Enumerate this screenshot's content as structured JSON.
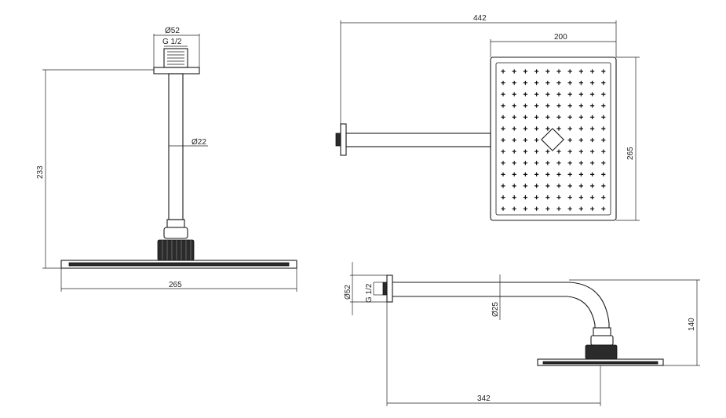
{
  "front_view": {
    "dia_inlet": "Ø52",
    "thread": "G 1/2",
    "dia_arm": "Ø22",
    "height": "233",
    "head_width": "265"
  },
  "top_view": {
    "overall_length": "442",
    "head_width": "200",
    "head_depth": "265"
  },
  "side_view": {
    "dia_inlet": "Ø52",
    "thread": "G 1/2",
    "dia_arm": "Ø25",
    "drop": "140",
    "projection": "342"
  },
  "nozzle_grid": {
    "rows": 13,
    "cols": 10,
    "center_icon": "diamond"
  }
}
